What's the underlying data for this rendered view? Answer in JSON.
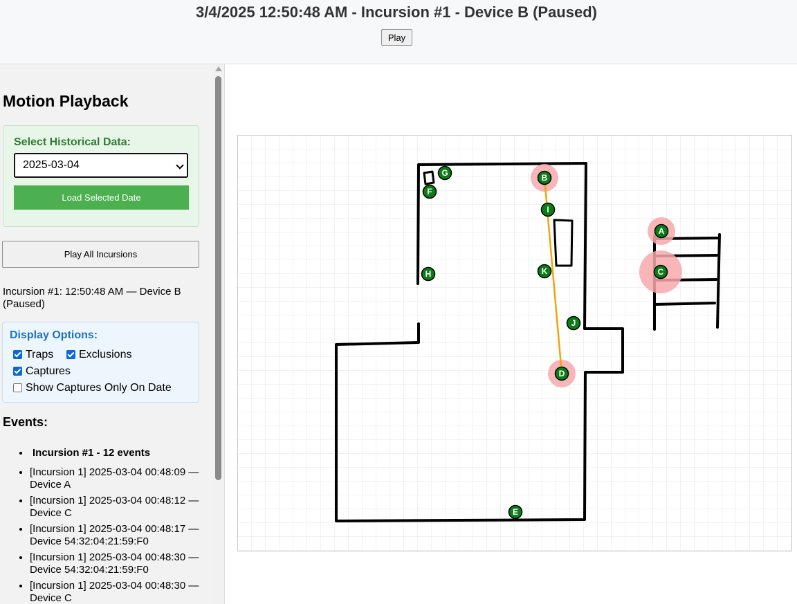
{
  "header": {
    "title": "3/4/2025 12:50:48 AM - Incursion #1 - Device B (Paused)",
    "play_label": "Play"
  },
  "sidebar": {
    "title": "Motion Playback",
    "historical": {
      "label": "Select Historical Data:",
      "selected_date": "2025-03-04",
      "load_label": "Load Selected Date"
    },
    "play_all_label": "Play All Incursions",
    "status": "Incursion #1: 12:50:48 AM — Device B (Paused)",
    "display_options": {
      "label": "Display Options:",
      "traps": {
        "label": "Traps",
        "checked": true
      },
      "exclusions": {
        "label": "Exclusions",
        "checked": true
      },
      "captures": {
        "label": "Captures",
        "checked": true
      },
      "captures_only": {
        "label": "Show Captures Only On Date",
        "checked": false
      }
    },
    "events": {
      "title": "Events:",
      "group_header": "Incursion #1 - 12 events",
      "items": [
        "[Incursion 1] 2025-03-04 00:48:09 — Device A",
        "[Incursion 1] 2025-03-04 00:48:12 — Device C",
        "[Incursion 1] 2025-03-04 00:48:17 — Device 54:32:04:21:59:F0",
        "[Incursion 1] 2025-03-04 00:48:30 — Device 54:32:04:21:59:F0",
        "[Incursion 1] 2025-03-04 00:48:30 — Device C"
      ]
    }
  },
  "map": {
    "devices": [
      {
        "label": "A",
        "highlight": "small"
      },
      {
        "label": "B",
        "highlight": "small"
      },
      {
        "label": "C",
        "highlight": "large"
      },
      {
        "label": "D",
        "highlight": "small"
      },
      {
        "label": "E",
        "highlight": "none"
      },
      {
        "label": "F",
        "highlight": "none"
      },
      {
        "label": "G",
        "highlight": "none"
      },
      {
        "label": "H",
        "highlight": "none"
      },
      {
        "label": "I",
        "highlight": "none"
      },
      {
        "label": "J",
        "highlight": "none"
      },
      {
        "label": "K",
        "highlight": "none"
      }
    ],
    "path": {
      "from": "D",
      "to": "B",
      "color": "#f5a30a"
    },
    "colors": {
      "device_fill": "#0a7d14",
      "highlight": "#f8a9ad",
      "wall": "#000000",
      "grid": "#e6e6e6"
    }
  }
}
